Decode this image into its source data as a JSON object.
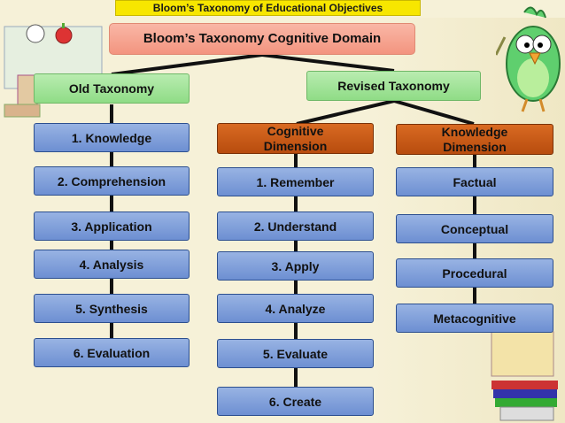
{
  "header": {
    "title": "Bloom’s Taxonomy of Educational Objectives"
  },
  "root": {
    "label": "Bloom’s Taxonomy Cognitive Domain"
  },
  "old_taxonomy": {
    "label": "Old Taxonomy",
    "items": [
      "1. Knowledge",
      "2. Comprehension",
      "3. Application",
      "4. Analysis",
      "5. Synthesis",
      "6. Evaluation"
    ]
  },
  "revised_taxonomy": {
    "label": "Revised Taxonomy",
    "cognitive": {
      "label_line1": "Cognitive",
      "label_line2": "Dimension",
      "items": [
        "1. Remember",
        "2. Understand",
        "3. Apply",
        "4. Analyze",
        "5. Evaluate",
        "6. Create"
      ]
    },
    "knowledge": {
      "label_line1": "Knowledge",
      "label_line2": "Dimension",
      "items": [
        "Factual",
        "Conceptual",
        "Procedural",
        "Metacognitive"
      ]
    }
  },
  "colors": {
    "title_bar": "#f7e600",
    "root": "#f3947f",
    "green": "#8fdc86",
    "blue": "#6d8fd2",
    "orange": "#c75a18",
    "lines": "#111111"
  }
}
